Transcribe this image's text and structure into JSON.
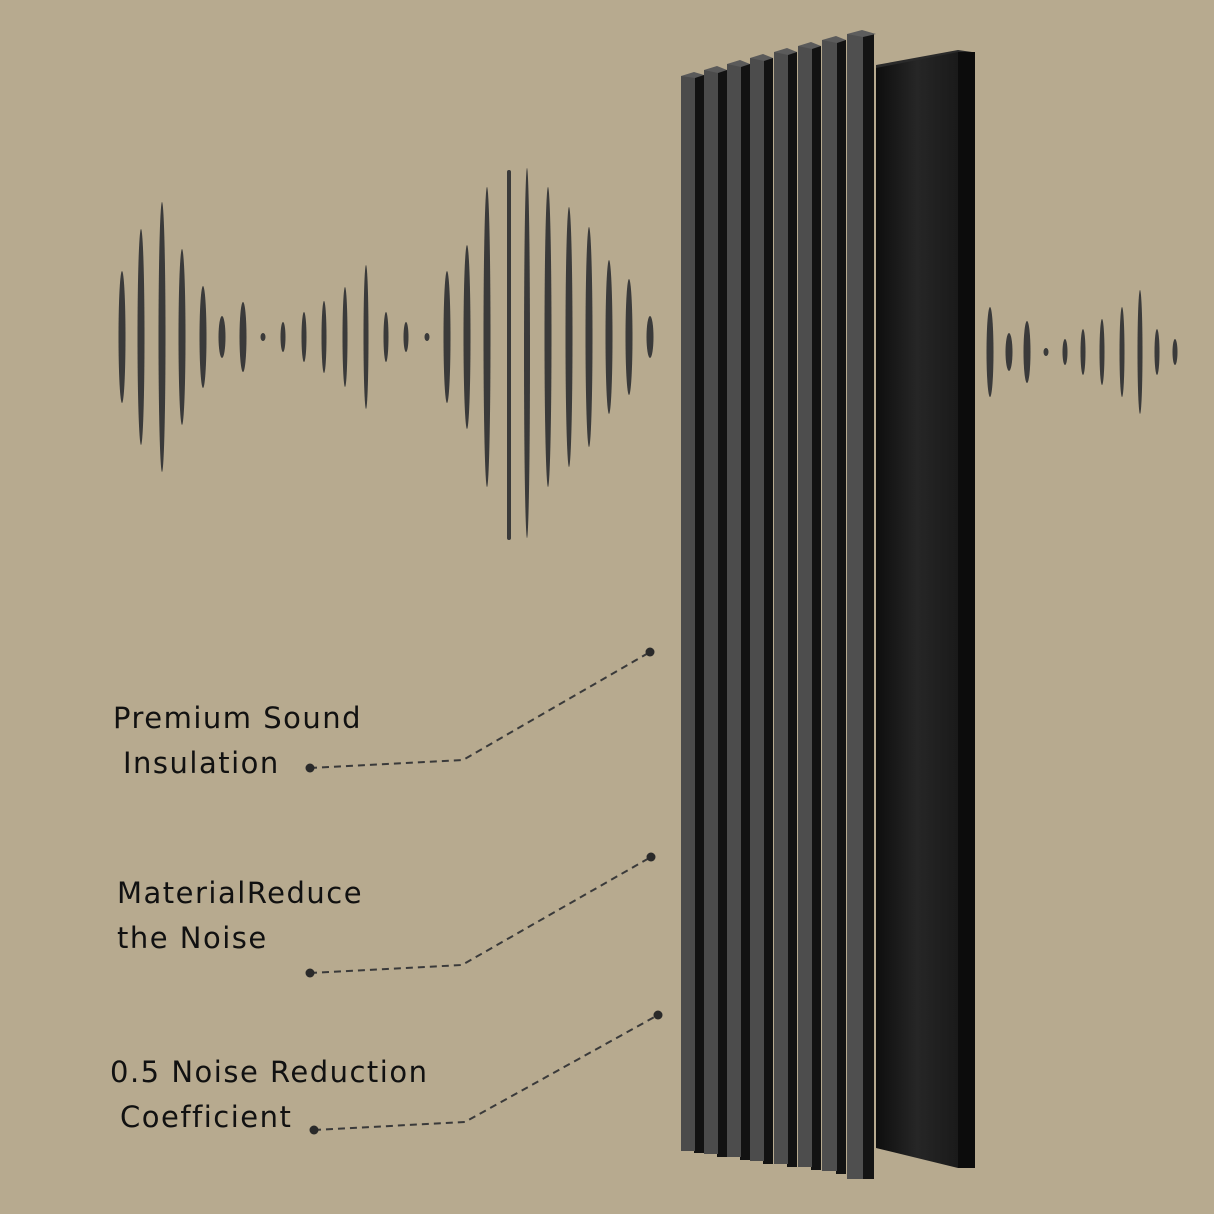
{
  "background_color": "#b7aa8f",
  "wave_color": "#3a3a3a",
  "panel": {
    "slat_count": 8,
    "slat_face_color": "#4a4a4a",
    "slat_side_color": "#161616",
    "backing_color": "#1e1e1e"
  },
  "features": [
    {
      "line1": "Premium Sound",
      "line2": "Insulation"
    },
    {
      "line1": "MaterialReduce",
      "line2": "the Noise"
    },
    {
      "line1": "0.5 Noise Reduction",
      "line2": "Coefficient"
    }
  ]
}
